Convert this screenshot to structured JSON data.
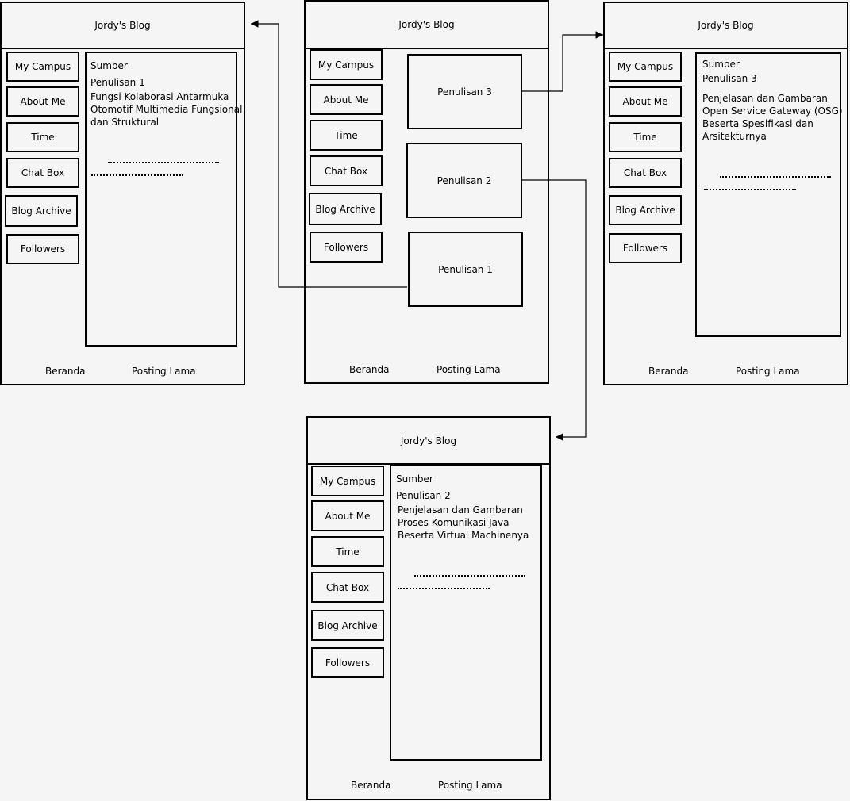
{
  "blog_title": "Jordy's Blog",
  "nav": [
    "My Campus",
    "About Me",
    "Time",
    "Chat Box",
    "Blog Archive",
    "Followers"
  ],
  "footer": {
    "home": "Beranda",
    "older": "Posting Lama"
  },
  "home_posts": [
    "Penulisan 3",
    "Penulisan 2",
    "Penulisan 1"
  ],
  "post1": {
    "source": "Sumber",
    "heading": "Penulisan 1",
    "lines": [
      "Fungsi Kolaborasi Antarmuka",
      "Otomotif Multimedia Fungsional",
      "dan Struktural"
    ]
  },
  "post2": {
    "source": "Sumber",
    "heading": "Penulisan 2",
    "lines": [
      "Penjelasan dan Gambaran",
      "Proses Komunikasi Java",
      "Beserta Virtual Machinenya"
    ]
  },
  "post3": {
    "source": "Sumber",
    "heading": "Penulisan 3",
    "lines": [
      "Penjelasan dan Gambaran",
      "Open Service Gateway (OSG)",
      "Beserta Spesifikasi dan",
      "Arsitekturnya"
    ]
  }
}
